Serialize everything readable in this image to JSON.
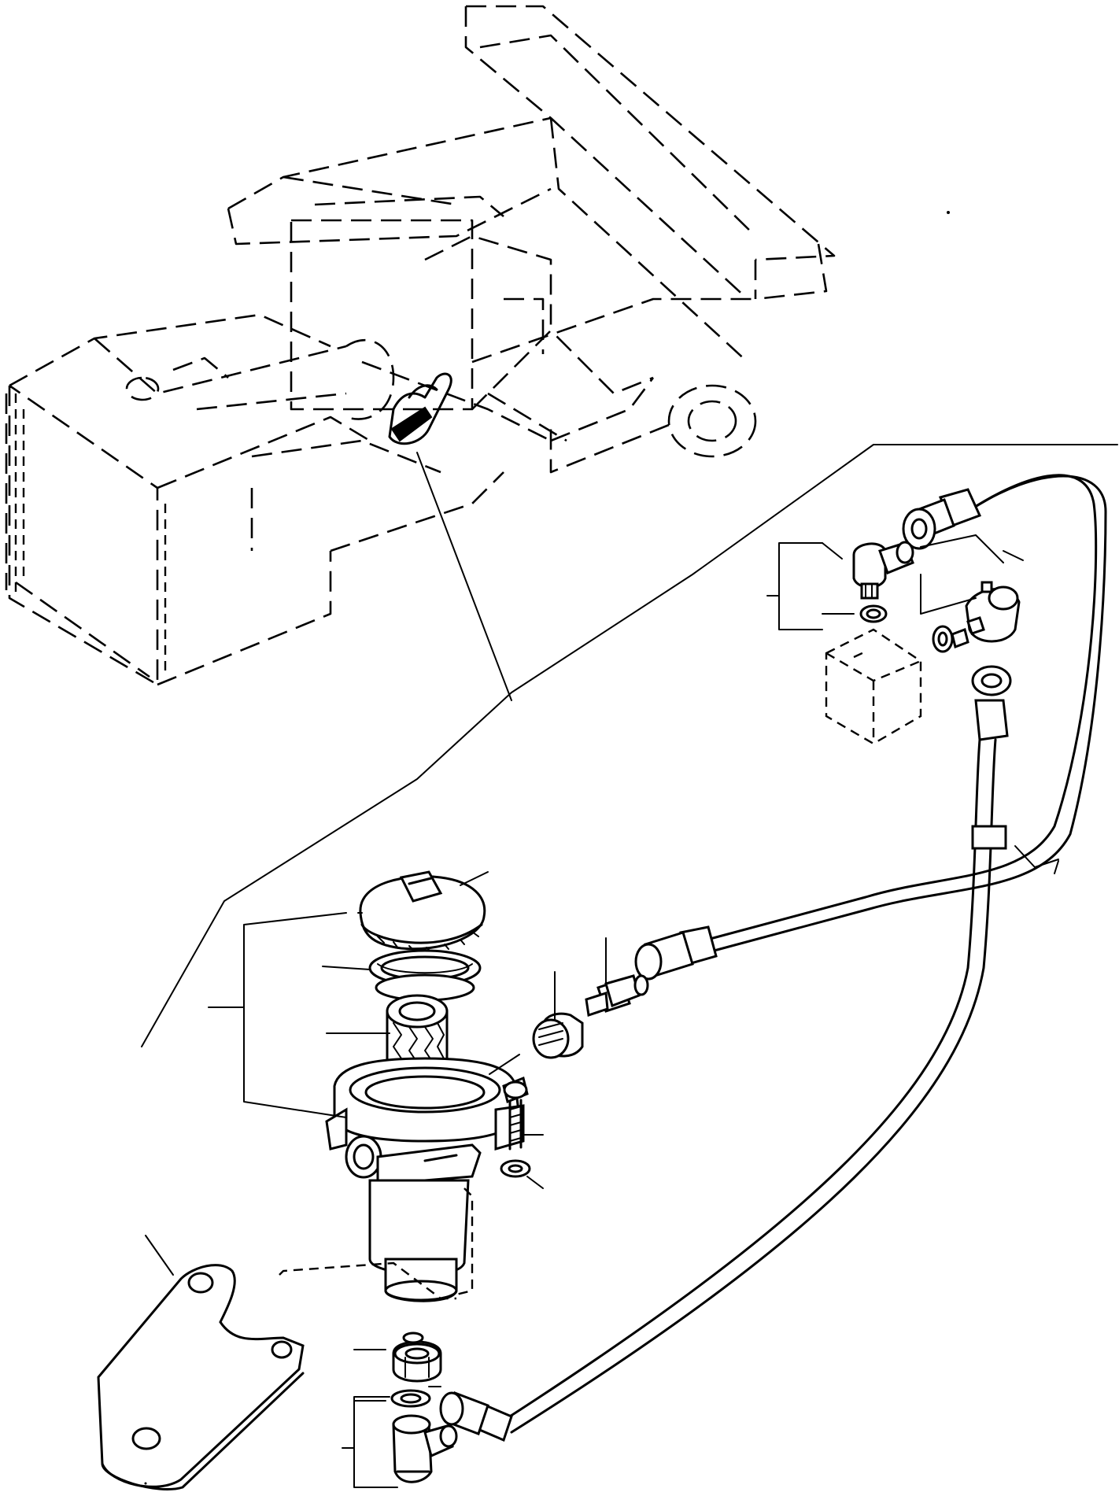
{
  "figure": {
    "kind": "exploded-parts-illustration",
    "colors": {
      "ink": "#000000",
      "paper": "#ffffff"
    },
    "parts": [
      "machine-frame",
      "brake-master-cylinder",
      "filler-cap",
      "strainer-ring",
      "strainer-screen",
      "cylinder-body",
      "mounting-bracket",
      "hydraulic-hose-loop",
      "upper-elbow-fitting",
      "lower-elbow-fitting",
      "plug",
      "adapter",
      "bolt",
      "lock-washer",
      "valve-block"
    ]
  }
}
